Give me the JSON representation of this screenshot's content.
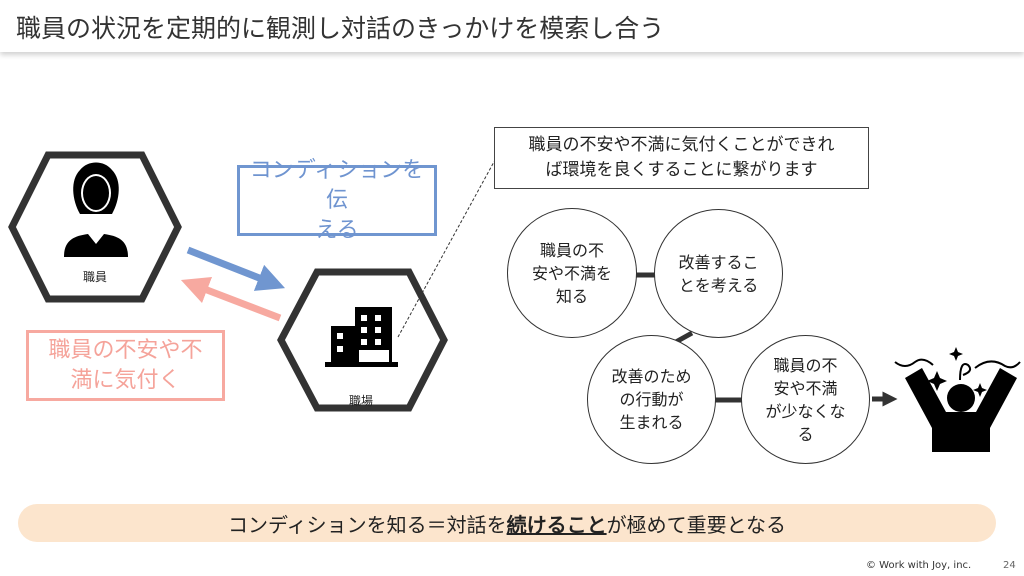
{
  "title": "職員の状況を定期的に観測し対話のきっかけを模索し合う",
  "hexagons": {
    "employee_label": "職員",
    "workplace_label": "職場"
  },
  "blue_box": {
    "line1": "コンディションを伝",
    "line2": "える"
  },
  "pink_box": {
    "line1": "職員の不安や不",
    "line2": "満に気付く"
  },
  "callout": {
    "line1": "職員の不安や不満に気付くことができれ",
    "line2": "ば環境を良くすることに繋がります"
  },
  "cycle": [
    {
      "lines": [
        "職員の不",
        "安や不満を",
        "知る"
      ]
    },
    {
      "lines": [
        "改善するこ",
        "とを考える"
      ]
    },
    {
      "lines": [
        "改善のため",
        "の行動が",
        "生まれる"
      ]
    },
    {
      "lines": [
        "職員の不",
        "安や不満",
        "が少なくな",
        "る"
      ]
    }
  ],
  "conclusion": {
    "before": "コンディションを知る＝対話を",
    "emphasis": "続けること",
    "after": "が極めて重要となる"
  },
  "footer": {
    "copyright": "© Work with Joy, inc.",
    "page": "24"
  },
  "colors": {
    "blue": "#7096d0",
    "pink": "#f7a9a0",
    "pill": "#fce5cd",
    "dark": "#333333"
  }
}
